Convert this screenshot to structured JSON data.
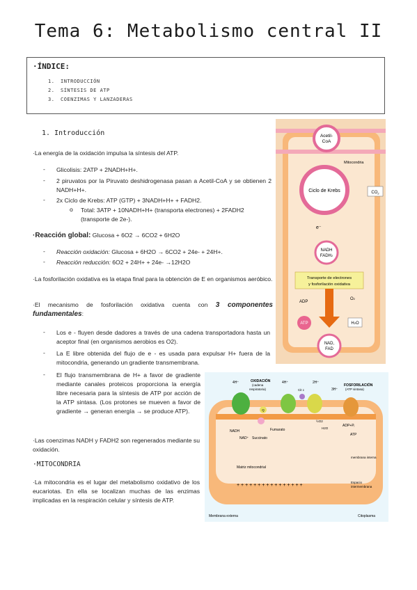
{
  "title": "Tema 6: Metabolismo central II",
  "index": {
    "title": "·ÍNDICE:",
    "items": [
      {
        "num": "1.",
        "label": "INTRODUCCIÓN"
      },
      {
        "num": "2.",
        "label": "SÍNTESIS DE ATP"
      },
      {
        "num": "3.",
        "label": "COENZIMAS Y LANZADERAS"
      }
    ]
  },
  "section1": {
    "heading_num": "1.",
    "heading": "Introducción",
    "intro": "·La energía de la oxidación impulsa la síntesis del ATP.",
    "bullets": [
      "Glicolisis: 2ATP + 2NADH+H+.",
      "2 piruvatos por la Piruvato deshidrogenasa pasan a Acetil-CoA y se obtienen 2 NADH+H+.",
      "2x Ciclo de Krebs: ATP (GTP) + 3NADH+H+ + FADH2."
    ],
    "sub_bullet": "Total: 3ATP + 10NADH+H+ (transporta electrones) + 2FADH2 (transporte de 2e-).",
    "reaction_label": "·Reacción global:",
    "reaction": " Glucosa + 6O2 → 6CO2 + 6H2O",
    "oxidation_label": "Reacción oxidación:",
    "oxidation": " Glucosa + 6H2O → 6CO2 + 24e- + 24H+.",
    "reduction_label": "Reacción reducción:",
    "reduction": " 6O2 + 24H+ + 24e- →12H2O",
    "para1": "·La fosforilación oxidativa es la etapa final para la obtención de E en organismos aeróbico.",
    "para2_a": "·El mecanismo de fosforilación oxidativa cuenta con ",
    "para2_b": "3 componentes fundamentales",
    "para2_c": ":",
    "components": [
      "Los e - fluyen desde dadores a través de una cadena transportadora hasta un aceptor final (en organismos aerobios es O2).",
      "La E libre obtenida del flujo de e - es usada para expulsar H+ fuera de la mitocondria, generando un gradiente transmembrana.",
      "El flujo transmembrana de H+ a favor de gradiente mediante canales proteicos proporciona la energía libre necesaria para la síntesis de ATP por acción de la ATP sintasa. (Los protones se mueven a favor de gradiente → generan energía → se produce ATP)."
    ],
    "para3": "·Las coenzimas NADH y FADH2 son regenerados mediante su oxidación.",
    "mito_heading": "·MITOCONDRIA",
    "para4": "·La mitocondria es el lugar del metabolismo oxidativo de los eucariotas. En ella se localizan muchas de las enzimas implicadas en la respiración celular y síntesis de ATP."
  },
  "figure1": {
    "acetil": "Acetil-",
    "coa": "CoA",
    "mitocondria": "Mitocondria",
    "krebs": "Ciclo de Krebs",
    "co2": "CO",
    "co2_sub": "2",
    "electron": "e⁻",
    "nadh": "NADH",
    "fadh": "FADH",
    "fadh_sub": "2",
    "transport1": "Transporte de electrones",
    "transport2": "y fosforilación oxidativa",
    "adp": "ADP",
    "o2": "O",
    "o2_sub": "2",
    "atp": "ATP",
    "h2o": "H",
    "h2o_sub": "2",
    "h2o_end": "O",
    "nad": "NAD,",
    "fad": "FAD"
  },
  "figure2": {
    "oxidacion1": "OXIDACIÓN",
    "oxidacion2": "(cadena",
    "oxidacion3": "respiratoria)",
    "h4a": "4H⁺",
    "h4b": "4H⁺",
    "h2": "2H⁺",
    "h3": "3H⁺",
    "fosf1": "FOSFORILACIÓN",
    "fosf2": "(ATP sintasa)",
    "q": "Q",
    "citc": "Cit c",
    "half_o2": "½O2",
    "h2o": "H2O",
    "nadh": "NADH",
    "nad": "NAD⁺",
    "fumarato": "Fumarato",
    "succinato": "Succinato",
    "adp": "ADP+Pᵢ",
    "atp": "ATP",
    "membrana_interna": "membrana interna",
    "matriz": "Matriz mitocondrial",
    "plus": "+ + + + + + + + + + + + + + + +",
    "espacio1": "Espacio",
    "espacio2": "intermembrana",
    "membrana_externa": "Membrana externa",
    "citoplasma": "Citoplasma"
  }
}
